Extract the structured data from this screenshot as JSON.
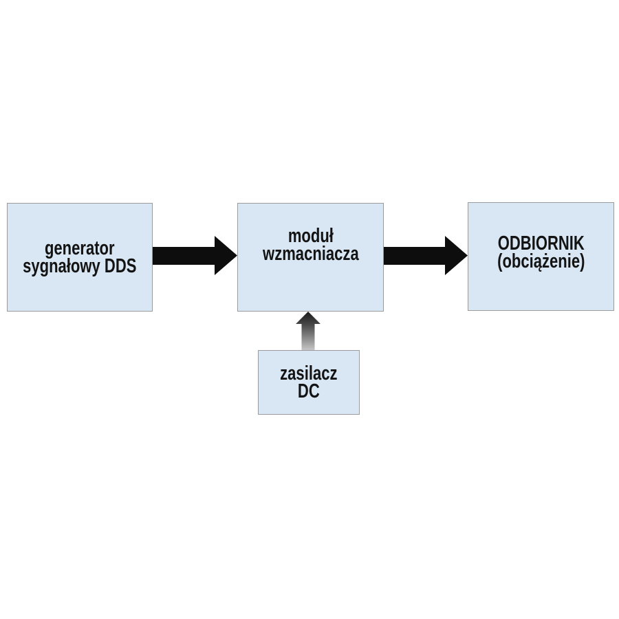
{
  "diagram": {
    "title": "signal-chain-block-diagram",
    "boxes": [
      {
        "id": "generator",
        "line1": "generator",
        "line2": "sygnałowy DDS"
      },
      {
        "id": "amplifier",
        "line1": "moduł",
        "line2": "wzmacniacza"
      },
      {
        "id": "receiver",
        "line1": "ODBIORNIK",
        "line2": "(obciążenie)"
      },
      {
        "id": "power-supply",
        "line1": "zasilacz",
        "line2": "DC"
      }
    ],
    "arrows": [
      {
        "id": "generator-to-amplifier",
        "direction": "right",
        "style": "solid-black"
      },
      {
        "id": "amplifier-to-receiver",
        "direction": "right",
        "style": "solid-black"
      },
      {
        "id": "power-supply-to-amplifier",
        "direction": "up",
        "style": "gray-gradient"
      }
    ]
  },
  "colors": {
    "background": "#ffffff",
    "box_fill": "#d8e7f3",
    "box_border": "#9b9b9b",
    "arrow": "#0d0d0d",
    "text": "#131313",
    "gradient_top": "#1a1a1a",
    "gradient_mid": "#4a4a4a",
    "gradient_bottom": "#c6c6c6"
  }
}
